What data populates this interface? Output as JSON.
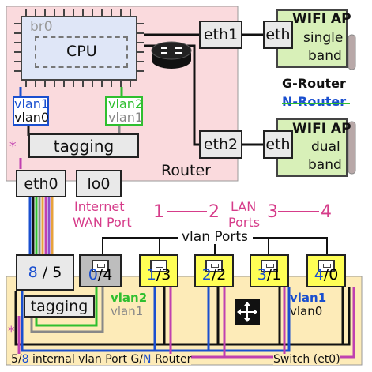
{
  "router": {
    "label": "Router",
    "cpu_tag": "br0",
    "cpu_label": "CPU",
    "eth1": "eth1",
    "eth2": "eth2",
    "eth0": "eth0",
    "lo0": "lo0",
    "tagging": "tagging",
    "vlan_left": {
      "a": "vlan1",
      "b": "vlan0"
    },
    "vlan_right": {
      "a": "vlan2",
      "b": "vlan1"
    },
    "star": "*"
  },
  "ap_single": {
    "eth": "eth",
    "line1": "WIFI AP",
    "line2": "single",
    "line3": "band"
  },
  "ap_dual": {
    "eth": "eth",
    "line1": "WIFI AP",
    "line2": "dual",
    "line3": "band"
  },
  "legend": {
    "g": "G-Router",
    "n": "N-Router"
  },
  "wan": {
    "line1": "Internet",
    "line2": "WAN Port"
  },
  "lan": {
    "line1": "LAN",
    "line2": "Ports",
    "n1": "1",
    "n2": "2",
    "n3": "3",
    "n4": "4"
  },
  "vlan_ports_label": "vlan Ports",
  "switch": {
    "internal_port": {
      "a": "8",
      "sep": " / ",
      "b": "5"
    },
    "wan_port": {
      "a": "0",
      "b": "/4"
    },
    "ports": [
      {
        "a": "1",
        "b": "/3"
      },
      {
        "a": "2",
        "b": "/2"
      },
      {
        "a": "3",
        "b": "/1"
      },
      {
        "a": "4",
        "b": "/0"
      }
    ],
    "tagging": "tagging",
    "vlan_left": {
      "a": "vlan2",
      "b": "vlan1"
    },
    "vlan_right": {
      "a": "vlan1",
      "b": "vlan0"
    },
    "star": "*",
    "bottom": {
      "a": "5/",
      "b": "8",
      "c": " internal vlan Port G/",
      "d": "N",
      "e": " Router"
    },
    "name": "Switch (et0)"
  },
  "colors": {
    "g": "#1a4fcf",
    "n": "#2fbf2f",
    "grey": "#888888",
    "magenta": "#c040b0",
    "pink": "#d63c8a",
    "router_bg": "#fadadd",
    "switch_bg": "#fdebb8",
    "ap_bg": "#d8f0b8",
    "port_yellow": "#ffff55"
  }
}
